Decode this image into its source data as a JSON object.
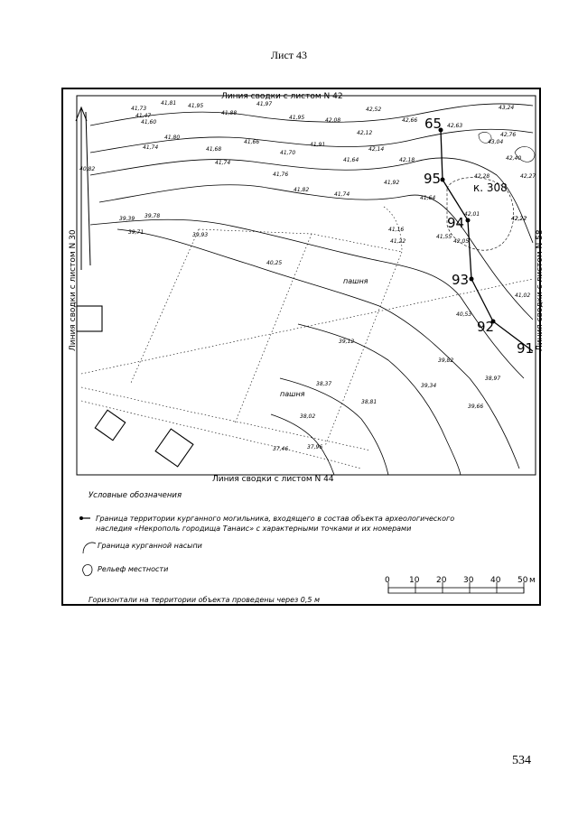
{
  "sheet_title": "Лист 43",
  "page_number": "534",
  "map": {
    "sheet_links": {
      "top": "Линия сводки с листом N 42",
      "bottom": "Линия сводки с листом N 44",
      "left": "Линия сводки с листом N 30",
      "right": "Линия сводки с листом N 58"
    },
    "mound_label": "к. 308",
    "field_labels": [
      "пашня",
      "пашня"
    ],
    "boundary_points": [
      "65",
      "95",
      "94",
      "93",
      "92",
      "91"
    ],
    "elevations": [
      "41,73",
      "41,47",
      "41,60",
      "41,81",
      "41,95",
      "41,97",
      "41,88",
      "41,95",
      "42,08",
      "42,52",
      "42,66",
      "42,63",
      "43,24",
      "42,76",
      "43,04",
      "42,40",
      "42,22",
      "41,80",
      "41,74",
      "41,68",
      "41,66",
      "41,70",
      "41,91",
      "42,12",
      "42,14",
      "42,18",
      "42,28",
      "42,27",
      "40,82",
      "41,74",
      "41,76",
      "41,82",
      "41,64",
      "41,92",
      "41,74",
      "41,64",
      "39,39",
      "39,78",
      "39,71",
      "39,93",
      "41,16",
      "41,22",
      "41,55",
      "42,05",
      "42,01",
      "42,22",
      "40,25",
      "41,02",
      "40,53",
      "39,12",
      "39,82",
      "38,97",
      "38,37",
      "39,34",
      "38,81",
      "39,66",
      "38,02",
      "37,46",
      "37,96"
    ]
  },
  "legend": {
    "title": "Условные обозначения",
    "items": [
      {
        "icon": "boundary-point-icon",
        "text_line1": "Граница территории курганного могильника, входящего в состав объекта археологического",
        "text_line2": "наследия «Некрополь городища Танаис» с характерными точками и их номерами"
      },
      {
        "icon": "mound-boundary-icon",
        "text_line1": "Граница курганной насыпи"
      },
      {
        "icon": "relief-icon",
        "text_line1": "Рельеф местности"
      }
    ],
    "note": "Горизонтали на территории объекта проведены через 0,5 м"
  },
  "scale_bar": {
    "ticks": [
      "0",
      "10",
      "20",
      "30",
      "40",
      "50"
    ],
    "unit": "м"
  }
}
